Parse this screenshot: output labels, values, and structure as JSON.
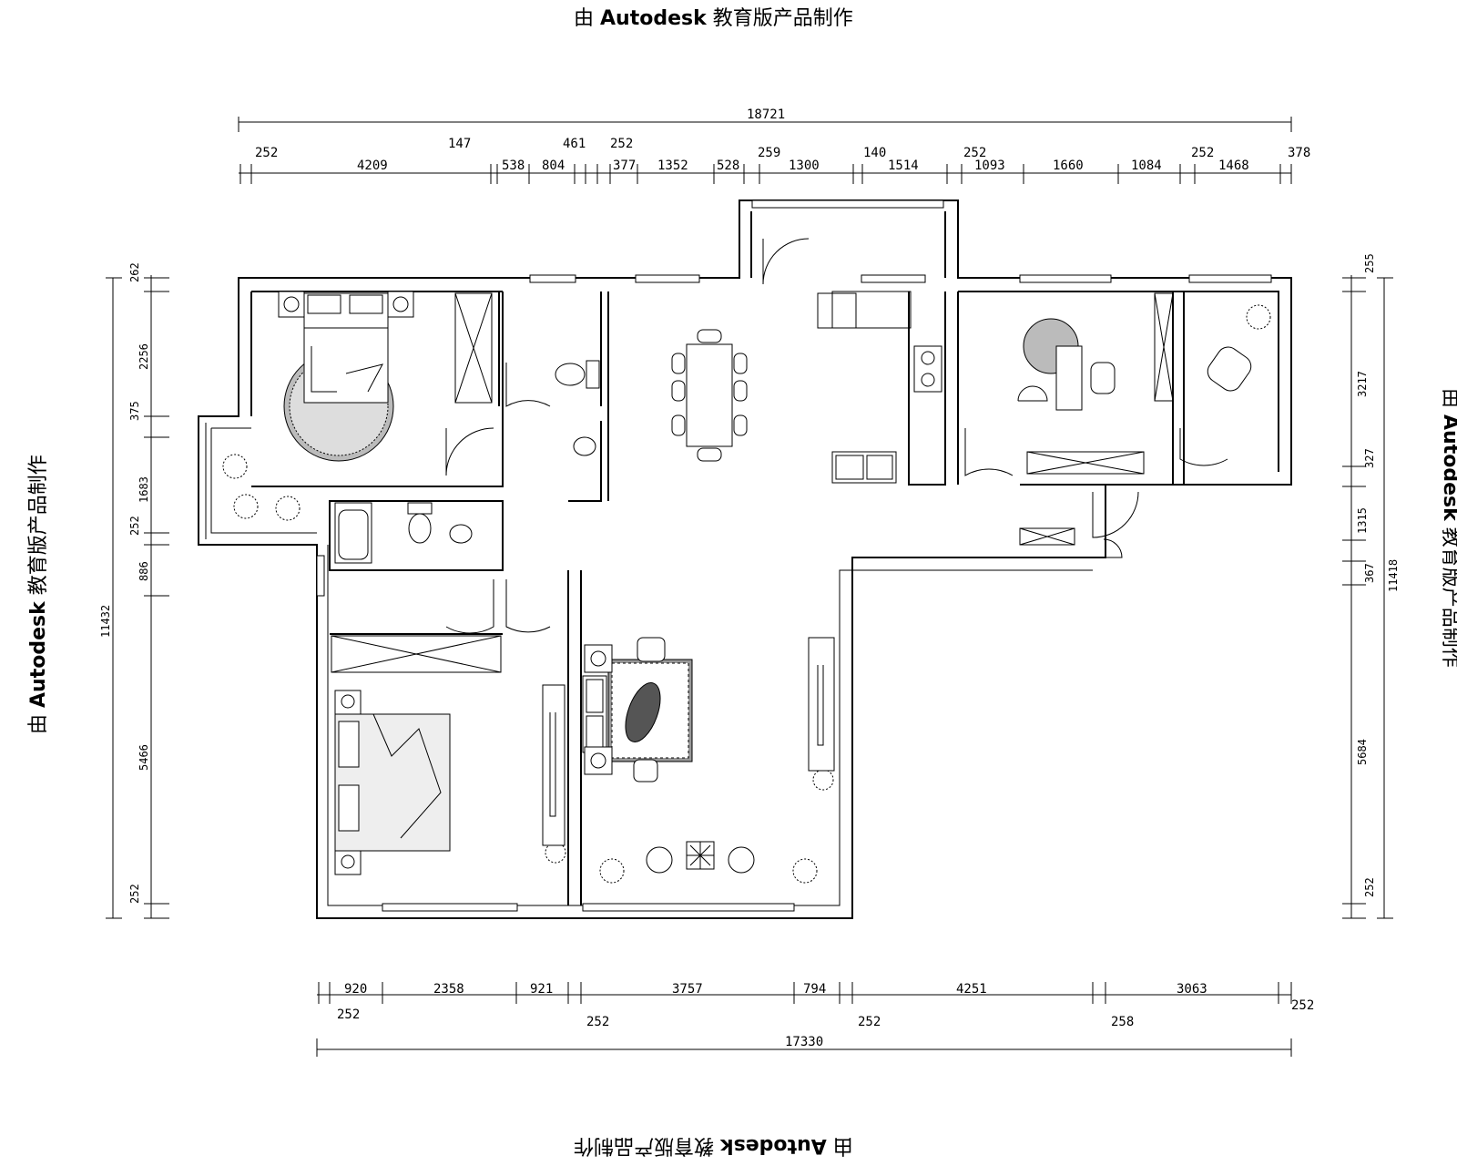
{
  "watermark": {
    "prefix": "由",
    "brand": "Autodesk",
    "suffix": "教育版产品制作"
  },
  "dimensions": {
    "top_total": "18721",
    "top_lower": [
      "252",
      "4209",
      "538",
      "804",
      "377",
      "1352",
      "528",
      "1300",
      "1514",
      "1093",
      "1660",
      "1084",
      "1468",
      "378"
    ],
    "top_upper": [
      "147",
      "461",
      "252",
      "259",
      "140",
      "252",
      "252"
    ],
    "bottom_total": "17330",
    "bottom_upper": [
      "920",
      "2358",
      "921",
      "3757",
      "794",
      "4251",
      "3063"
    ],
    "bottom_lower": [
      "252",
      "252",
      "252",
      "258",
      "252"
    ],
    "left_total": "11432",
    "left": [
      "262",
      "2256",
      "375",
      "1683",
      "252",
      "886",
      "5466",
      "252"
    ],
    "right_total": "11418",
    "right": [
      "255",
      "3217",
      "327",
      "1315",
      "367",
      "5684",
      "252"
    ]
  }
}
